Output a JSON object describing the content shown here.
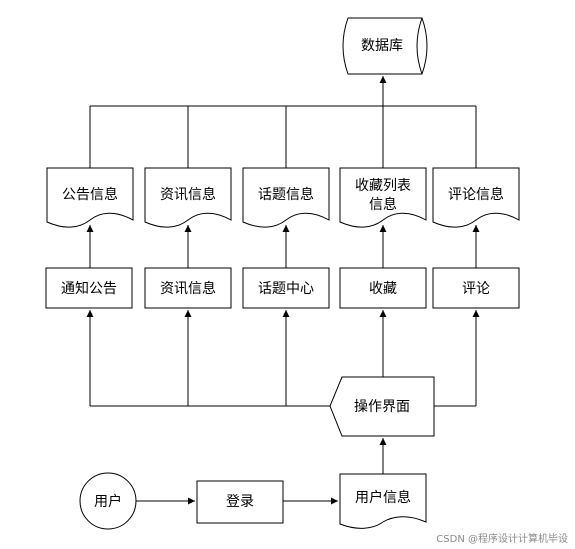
{
  "database": {
    "label": "数据库"
  },
  "documents": [
    {
      "label": "公告信息"
    },
    {
      "label": "资讯信息"
    },
    {
      "label": "话题信息"
    },
    {
      "label_line1": "收藏列表",
      "label_line2": "信息"
    },
    {
      "label": "评论信息"
    }
  ],
  "modules": [
    {
      "label": "通知公告"
    },
    {
      "label": "资讯信息"
    },
    {
      "label": "话题中心"
    },
    {
      "label": "收藏"
    },
    {
      "label": "评论"
    }
  ],
  "operation": {
    "label": "操作界面"
  },
  "user": {
    "label": "用户"
  },
  "login": {
    "label": "登录"
  },
  "user_info": {
    "label": "用户信息"
  },
  "watermark": "CSDN @程序设计计算机毕设"
}
